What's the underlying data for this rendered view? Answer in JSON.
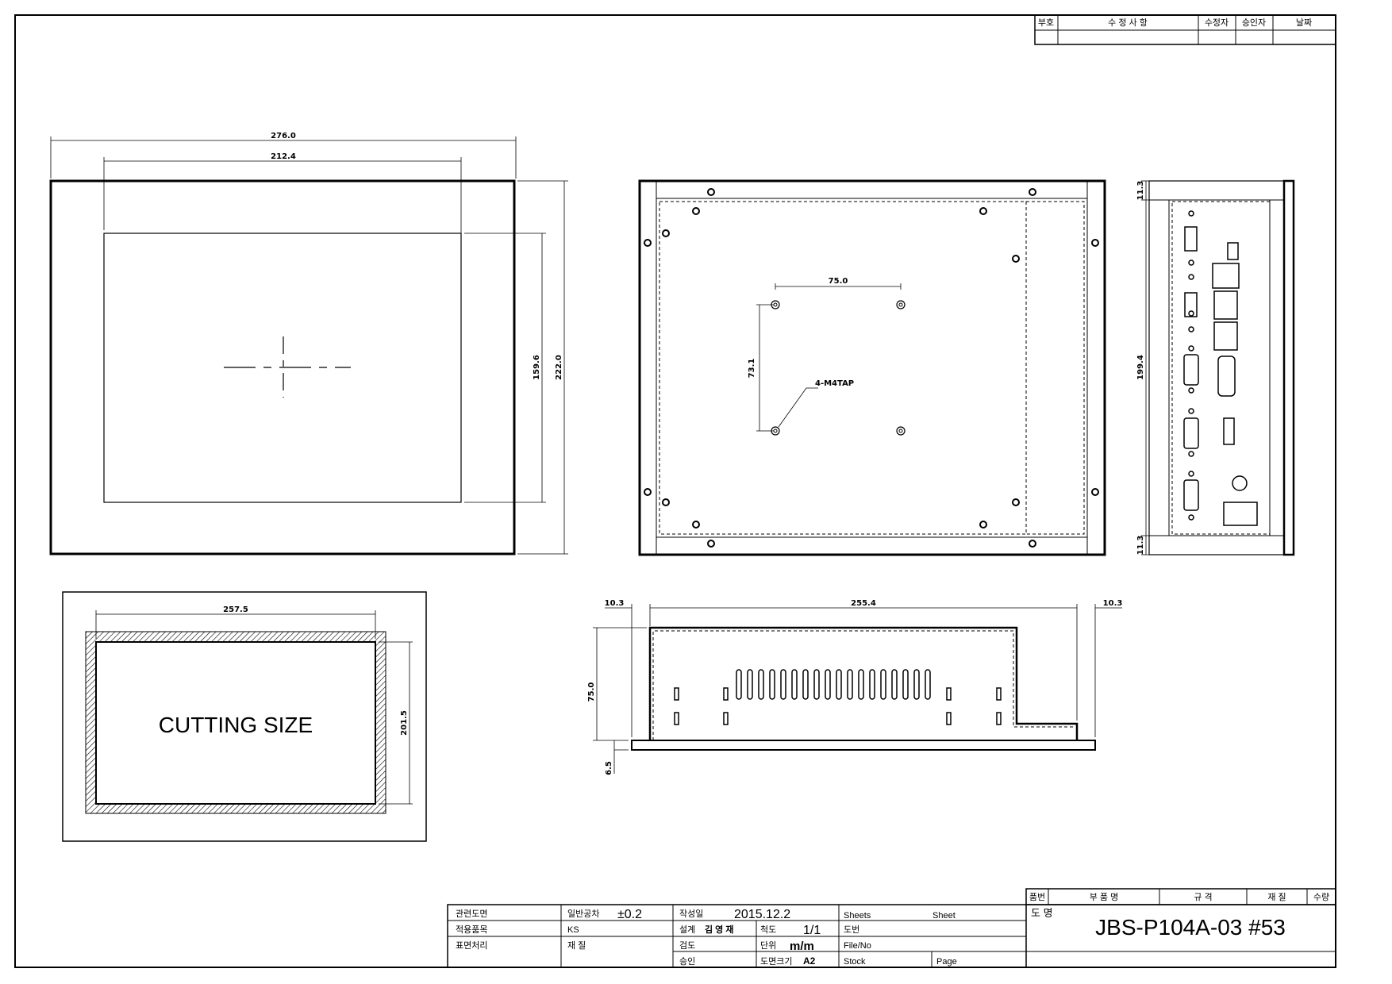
{
  "revision_table": {
    "headers": [
      "부호",
      "수 정 사 항",
      "수정자",
      "승인자",
      "날짜"
    ]
  },
  "front_view": {
    "width": "276.0",
    "inner_width": "212.4",
    "inner_height": "159.6",
    "height": "222.0"
  },
  "rear_view": {
    "hole_spacing_h": "75.0",
    "hole_spacing_v": "73.1",
    "tap_label": "4-M4TAP"
  },
  "side_view": {
    "top_offset": "11.3",
    "height": "199.4",
    "bottom_offset": "11.3"
  },
  "cutout_view": {
    "width": "257.5",
    "height": "201.5",
    "label": "CUTTING SIZE"
  },
  "bottom_view": {
    "left_offset": "10.3",
    "length": "255.4",
    "right_offset": "10.3",
    "depth": "75.0",
    "lip": "6.5"
  },
  "parts_header": {
    "item_no": "품번",
    "part_name": "부 품 명",
    "spec": "규 격",
    "material": "재 질",
    "qty": "수량"
  },
  "title_block": {
    "related_drawing_label": "관련도면",
    "applied_product_label": "적용품목",
    "applied_product_value": "KS",
    "surface_treatment_label": "표면처리",
    "general_tolerance_label": "일반공차",
    "general_tolerance_value": "±0.2",
    "material_label": "재 질",
    "created_label": "작성일",
    "created_value": "2015.12.2",
    "design_label": "설계",
    "design_value": "김 영 재",
    "review_label": "검도",
    "approve_label": "승인",
    "scale_label": "척도",
    "scale_value": "1/1",
    "unit_label": "단위",
    "unit_value": "m/m",
    "paper_size_label": "도면크기",
    "paper_size_value": "A2",
    "sheets_label": "Sheets",
    "sheet_label": "Sheet",
    "drawing_no_label": "도번",
    "file_no_label": "File/No",
    "stock_label": "Stock",
    "page_label": "Page",
    "drawing_name_label": "도 명",
    "drawing_name_value": "JBS-P104A-03 #53"
  }
}
